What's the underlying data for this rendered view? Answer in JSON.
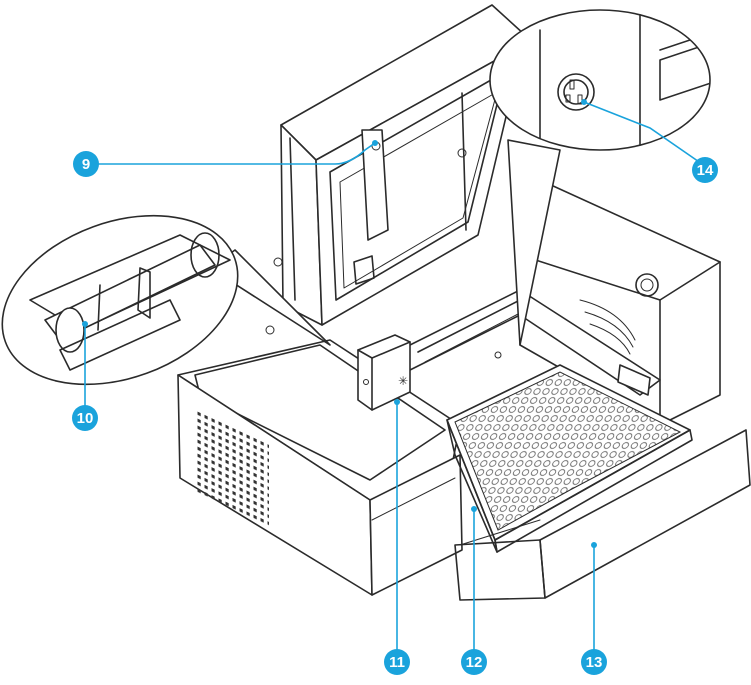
{
  "accent_color": "#1aa3dc",
  "callouts": {
    "c9": {
      "label": "9"
    },
    "c10": {
      "label": "10"
    },
    "c11": {
      "label": "11"
    },
    "c12": {
      "label": "12"
    },
    "c13": {
      "label": "13"
    },
    "c14": {
      "label": "14"
    }
  },
  "components": [
    "lid-hinge-strut",
    "exhaust-fan-detail",
    "laser-module",
    "honeycomb-bed",
    "front-drawer",
    "power-connector-detail"
  ]
}
